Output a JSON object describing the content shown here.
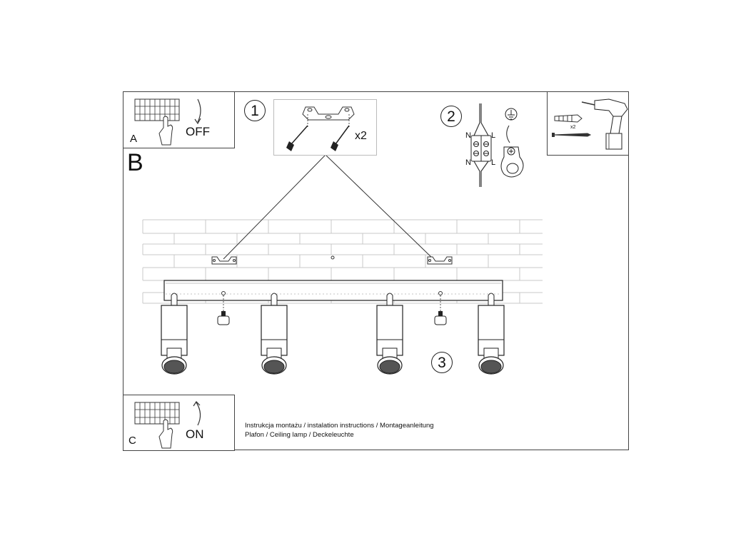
{
  "panel_a": {
    "letter": "A",
    "action": "OFF"
  },
  "panel_b": {
    "letter": "B"
  },
  "panel_c": {
    "letter": "C",
    "action": "ON"
  },
  "steps": [
    {
      "number": "1",
      "quantity": "x2"
    },
    {
      "number": "2",
      "wire_left_top": "N",
      "wire_right_top": "L",
      "wire_left_bottom": "N",
      "wire_right_bottom": "L"
    },
    {
      "number": "3"
    }
  ],
  "tools": {
    "quantity": "x2",
    "icons": [
      "wall-plug-icon",
      "screw-icon",
      "drill-icon"
    ]
  },
  "caption": {
    "line1": "Instrukcja montażu / instalation instructions / Montageanleitung",
    "line2": "Plafon / Ceiling lamp / Deckeleuchte"
  }
}
